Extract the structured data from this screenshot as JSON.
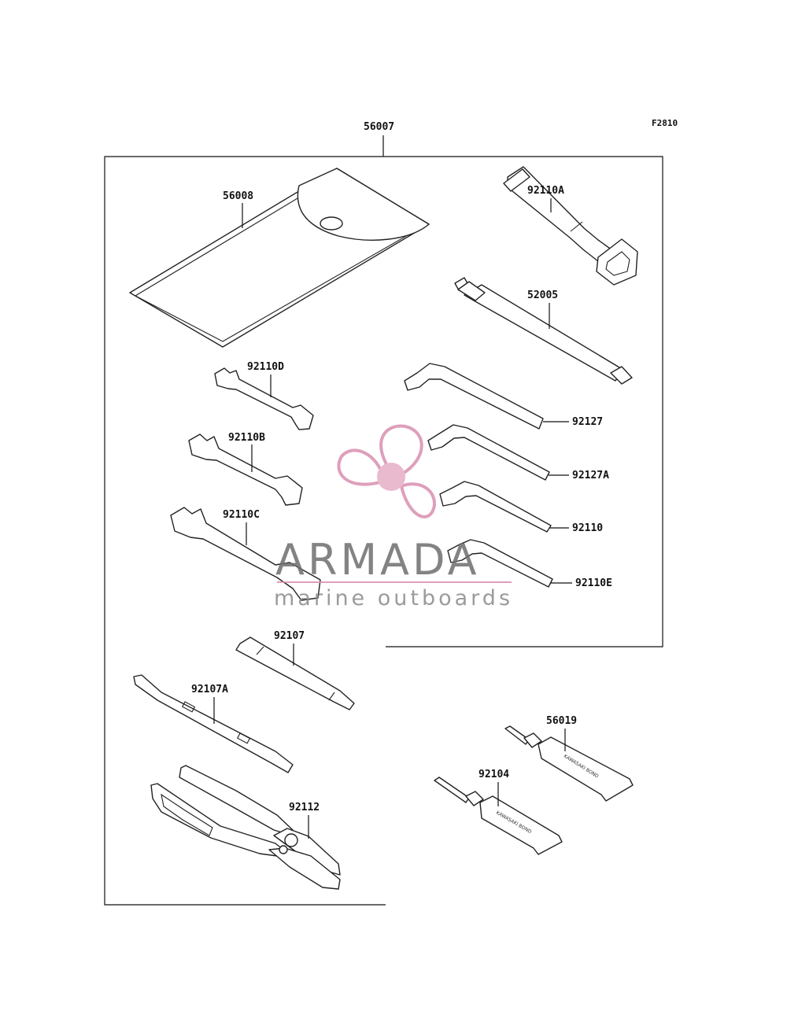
{
  "figure_code": "F2810",
  "kit_label": "56007",
  "parts": [
    {
      "id": "56008"
    },
    {
      "id": "92110A"
    },
    {
      "id": "52005"
    },
    {
      "id": "92110D"
    },
    {
      "id": "92110B"
    },
    {
      "id": "92110C"
    },
    {
      "id": "92127"
    },
    {
      "id": "92127A"
    },
    {
      "id": "92110"
    },
    {
      "id": "92110E"
    },
    {
      "id": "92107"
    },
    {
      "id": "92107A"
    },
    {
      "id": "92112"
    },
    {
      "id": "56019"
    },
    {
      "id": "92104"
    }
  ],
  "tube_print": "KAWASAKI BOND",
  "watermark": {
    "title": "ARMADA",
    "subtitle": "marine outboards",
    "accent_color": "#d98fb0"
  }
}
